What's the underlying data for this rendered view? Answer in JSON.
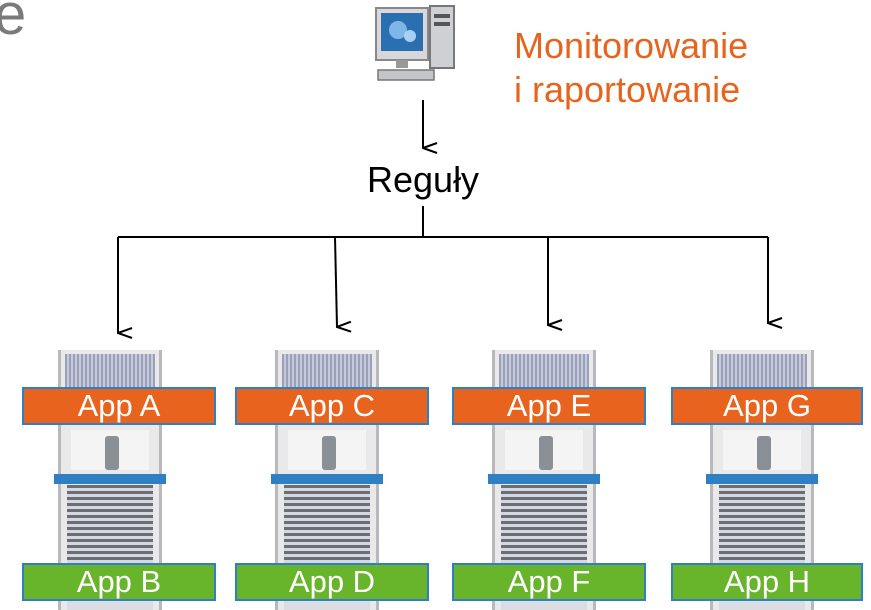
{
  "partial_title": "e",
  "monitor_label": {
    "line1": "Monitorowanie",
    "line2": "i raportowanie"
  },
  "rules_label": "Reguły",
  "icons": [
    "desktop-computer-icon",
    "server-icon"
  ],
  "colors": {
    "orange": "#e8641e",
    "green": "#68b42a",
    "blue_border": "#2f7fc4",
    "line": "#000000"
  },
  "servers": [
    {
      "top_app": "App A",
      "bottom_app": "App B"
    },
    {
      "top_app": "App C",
      "bottom_app": "App D"
    },
    {
      "top_app": "App E",
      "bottom_app": "App F"
    },
    {
      "top_app": "App G",
      "bottom_app": "App H"
    }
  ]
}
